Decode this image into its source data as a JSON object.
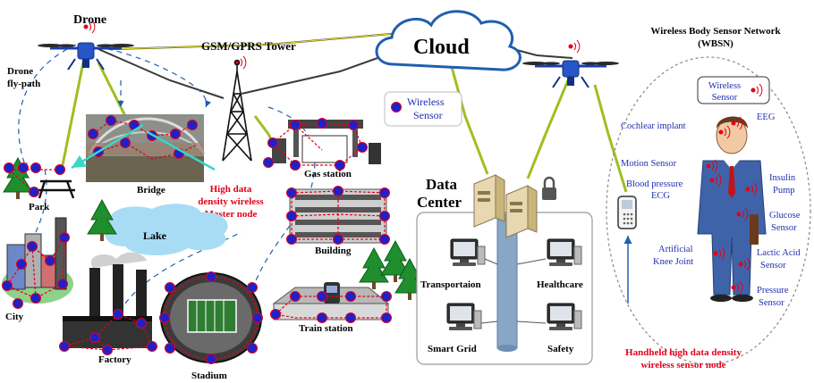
{
  "labels": {
    "drone": "Drone",
    "drone_fly_path_1": "Drone",
    "drone_fly_path_2": "fly-path",
    "gsm_tower": "GSM/GPRS Tower",
    "cloud": "Cloud",
    "wireless_sensor_legend_1": "Wireless",
    "wireless_sensor_legend_2": "Sensor",
    "gas_station": "Gas station",
    "building": "Building",
    "train_station": "Train station",
    "park": "Park",
    "bridge": "Bridge",
    "city": "City",
    "factory": "Factory",
    "stadium": "Stadium",
    "lake": "Lake",
    "master_node_1": "High data",
    "master_node_2": "density wireless",
    "master_node_3": "Master node",
    "data_center_1": "Data",
    "data_center_2": "Center",
    "transportation": "Transportaion",
    "healthcare": "Healthcare",
    "smart_grid": "Smart Grid",
    "safety": "Safety",
    "wbsn_title_1": "Wireless Body Sensor Network",
    "wbsn_title_2": "(WBSN)",
    "handheld_1": "Handheld high data density",
    "handheld_2": "wireless sensor node"
  },
  "wbsn_sensors": {
    "wireless_sensor_1": "Wireless",
    "wireless_sensor_2": "Sensor",
    "cochlear": "Cochlear implant",
    "eeg": "EEG",
    "motion": "Motion Sensor",
    "bp_1": "Blood pressure",
    "bp_2": "ECG",
    "insulin_1": "Insulin",
    "insulin_2": "Pump",
    "glucose_1": "Glucose",
    "glucose_2": "Sensor",
    "knee_1": "Artificial",
    "knee_2": "Knee Joint",
    "lactic_1": "Lactic Acid",
    "lactic_2": "Sensor",
    "pressure_1": "Pressure",
    "pressure_2": "Sensor"
  },
  "colors": {
    "sensor_node": "#2020c8",
    "sensor_link": "#e3001b",
    "uplink": "#e8e820",
    "wbsn_text": "#1f2fb0",
    "highlight": "#e3001b",
    "cloud_fill": "#ffffff",
    "cloud_stroke": "#1f5fb0",
    "lake": "#a8dcf4",
    "master_arrow": "#3ad6c6"
  }
}
